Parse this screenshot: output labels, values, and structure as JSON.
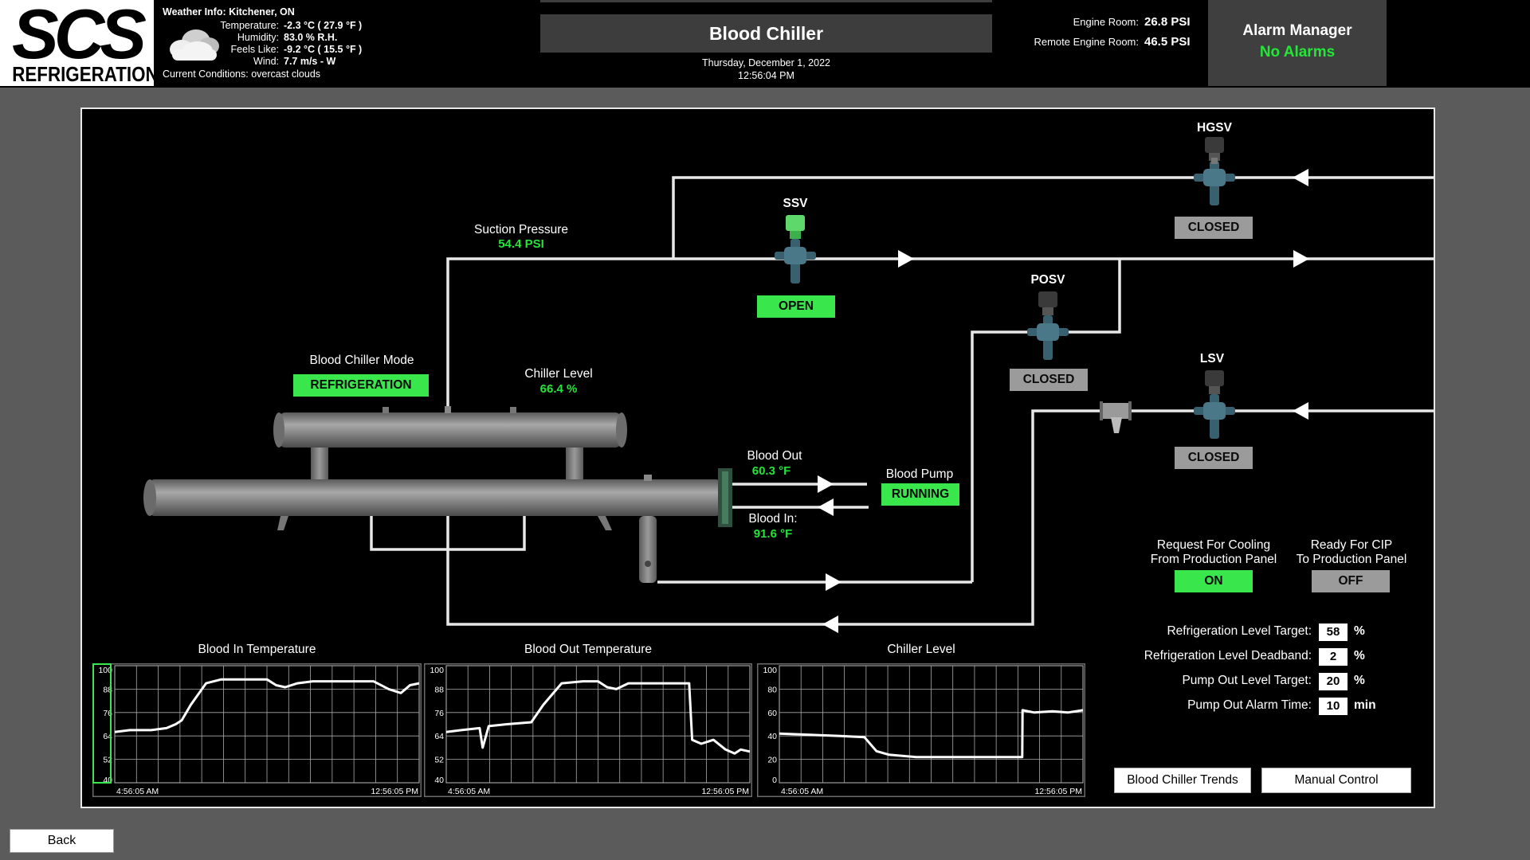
{
  "logo": {
    "main": "SCS",
    "sub": "REFRIGERATION"
  },
  "weather": {
    "heading": "Weather Info: Kitchener, ON",
    "rows": [
      {
        "label": "Temperature:",
        "value": "-2.3 °C ( 27.9 °F )"
      },
      {
        "label": "Humidity:",
        "value": "83.0 % R.H."
      },
      {
        "label": "Feels Like:",
        "value": "-9.2 °C ( 15.5 °F )"
      },
      {
        "label": "Wind:",
        "value": "7.7 m/s - W"
      }
    ],
    "conditions_label": "Current Conditions:",
    "conditions_value": "overcast clouds",
    "icon": "cloud-icon"
  },
  "header": {
    "title": "Blood Chiller",
    "date": "Thursday, December 1, 2022",
    "time": "12:56:04 PM",
    "engine_room_label": "Engine Room:",
    "engine_room_value": "26.8 PSI",
    "remote_engine_room_label": "Remote Engine Room:",
    "remote_engine_room_value": "46.5 PSI"
  },
  "alarm": {
    "title": "Alarm Manager",
    "status": "No Alarms",
    "status_color": "#23e637"
  },
  "process": {
    "suction_label": "Suction Pressure",
    "suction_value": "54.4 PSI",
    "mode_label": "Blood Chiller Mode",
    "mode_value": "REFRIGERATION",
    "chiller_level_label": "Chiller Level",
    "chiller_level_value": "66.4 %",
    "blood_out_label": "Blood Out",
    "blood_out_value": "60.3 °F",
    "blood_in_label": "Blood In:",
    "blood_in_value": "91.6 °F",
    "pump_label": "Blood Pump",
    "pump_status": "RUNNING"
  },
  "valves": {
    "ssv": {
      "name": "SSV",
      "status": "OPEN"
    },
    "hgsv": {
      "name": "HGSV",
      "status": "CLOSED"
    },
    "posv": {
      "name": "POSV",
      "status": "CLOSED"
    },
    "lsv": {
      "name": "LSV",
      "status": "CLOSED"
    }
  },
  "signals": {
    "cooling_label_1": "Request For Cooling",
    "cooling_label_2": "From Production Panel",
    "cooling_value": "ON",
    "cip_label_1": "Ready For CIP",
    "cip_label_2": "To Production Panel",
    "cip_value": "OFF"
  },
  "setpoints": [
    {
      "label": "Refrigeration Level Target:",
      "value": "58",
      "unit": "%"
    },
    {
      "label": "Refrigeration Level Deadband:",
      "value": "2",
      "unit": "%"
    },
    {
      "label": "Pump Out Level Target:",
      "value": "20",
      "unit": "%"
    },
    {
      "label": "Pump Out Alarm Time:",
      "value": "10",
      "unit": "min"
    }
  ],
  "buttons": {
    "trends": "Blood Chiller Trends",
    "manual": "Manual Control",
    "back": "Back"
  },
  "colors": {
    "accent_green": "#39e64b",
    "value_green": "#23e637",
    "closed_gray": "#9b9b9b"
  },
  "chart_data": [
    {
      "type": "line",
      "title": "Blood In Temperature",
      "ylim": [
        40,
        100
      ],
      "y_ticks": [
        "100",
        "88",
        "76",
        "64",
        "52",
        "40"
      ],
      "x_ticks": [
        "4:56:05 AM",
        "12:56:05 PM"
      ],
      "x": [
        0,
        0.05,
        0.12,
        0.17,
        0.2,
        0.22,
        0.25,
        0.3,
        0.35,
        0.4,
        0.45,
        0.5,
        0.53,
        0.56,
        0.6,
        0.65,
        0.7,
        0.75,
        0.8,
        0.85,
        0.9,
        0.94,
        0.97,
        1.0
      ],
      "values": [
        66,
        67,
        67,
        68,
        70,
        72,
        80,
        91,
        93,
        93,
        93,
        93,
        90,
        89,
        91,
        92,
        92,
        92,
        92,
        92,
        88,
        86,
        90,
        91
      ]
    },
    {
      "type": "line",
      "title": "Blood Out Temperature",
      "ylim": [
        40,
        100
      ],
      "y_ticks": [
        "100",
        "88",
        "76",
        "64",
        "52",
        "40"
      ],
      "x_ticks": [
        "4:56:05 AM",
        "12:56:05 PM"
      ],
      "x": [
        0,
        0.05,
        0.11,
        0.12,
        0.14,
        0.2,
        0.28,
        0.32,
        0.38,
        0.45,
        0.5,
        0.53,
        0.56,
        0.6,
        0.7,
        0.8,
        0.81,
        0.84,
        0.88,
        0.92,
        0.95,
        0.97,
        1.0
      ],
      "values": [
        66,
        67,
        68,
        58,
        69,
        70,
        71,
        80,
        91,
        92,
        92,
        89,
        88,
        91,
        91,
        91,
        62,
        60,
        62,
        57,
        55,
        57,
        56
      ]
    },
    {
      "type": "line",
      "title": "Chiller Level",
      "ylim": [
        0,
        100
      ],
      "y_ticks": [
        "100",
        "80",
        "60",
        "40",
        "20",
        "0"
      ],
      "x_ticks": [
        "4:56:05 AM",
        "12:56:05 PM"
      ],
      "x": [
        0,
        0.1,
        0.2,
        0.28,
        0.32,
        0.36,
        0.45,
        0.55,
        0.65,
        0.75,
        0.8,
        0.801,
        0.84,
        0.9,
        0.95,
        1.0
      ],
      "values": [
        42,
        41,
        40,
        39,
        27,
        24,
        22,
        22,
        22,
        22,
        22,
        62,
        60,
        61,
        60,
        62
      ]
    }
  ]
}
